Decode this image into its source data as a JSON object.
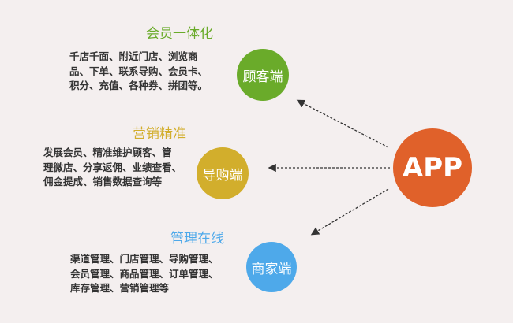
{
  "app": {
    "label": "APP",
    "color": "#e0612a"
  },
  "nodes": [
    {
      "circle_label": "顾客端",
      "title": "会员一体化",
      "color": "#6aab2a",
      "lines": [
        "千店千面、附近门店、浏览商",
        "品、下单、联系导购、会员卡、",
        "积分、充值、各种券、拼团等。"
      ]
    },
    {
      "circle_label": "导购端",
      "title": "营销精准",
      "color": "#d2ae2c",
      "lines": [
        "发展会员、精准维护顾客、管",
        "理微店、分享返佣、业绩查看、",
        "佣金提成、销售数据查询等"
      ]
    },
    {
      "circle_label": "商家端",
      "title": "管理在线",
      "color": "#4ea9ea",
      "lines": [
        "渠道管理、门店管理、导购管理、",
        "会员管理、商品管理、订单管理、",
        "库存管理、营销管理等"
      ]
    }
  ]
}
